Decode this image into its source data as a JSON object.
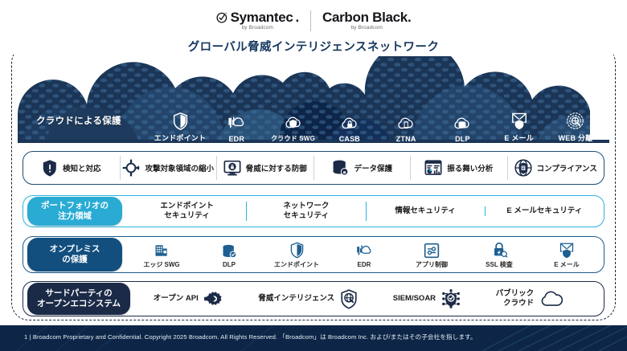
{
  "header": {
    "symantec_name": "Symantec",
    "symantec_byline": "by Broadcom",
    "carbonblack_name": "Carbon Black.",
    "carbonblack_byline": "by Broadcom"
  },
  "network": {
    "title": "グローバル脅威インテリジェンスネットワーク"
  },
  "cloud": {
    "label": "クラウドによる保護",
    "items": [
      {
        "label": "エンドポイント",
        "icon": "shield-icon"
      },
      {
        "label": "EDR",
        "icon": "edr-cloud-icon"
      },
      {
        "label": "クラウド SWG",
        "icon": "cloud-swg-icon"
      },
      {
        "label": "CASB",
        "icon": "cloud-lock-icon"
      },
      {
        "label": "ZTNA",
        "icon": "cloud-device-icon"
      },
      {
        "label": "DLP",
        "icon": "cloud-database-icon"
      },
      {
        "label": "E メール",
        "icon": "email-shield-icon"
      },
      {
        "label": "WEB 分離",
        "icon": "web-isolation-icon"
      }
    ]
  },
  "capabilities": {
    "items": [
      {
        "label": "検知と対応",
        "icon": "shield-alert-icon"
      },
      {
        "label": "攻撃対象領域の縮小",
        "icon": "crosshair-icon"
      },
      {
        "label": "脅威に対する防御",
        "icon": "monitor-lock-icon"
      },
      {
        "label": "データ保護",
        "icon": "database-lock-icon"
      },
      {
        "label": "振る舞い分析",
        "icon": "analytics-icon"
      },
      {
        "label": "コンプライアンス",
        "icon": "compliance-badge-icon"
      }
    ]
  },
  "portfolio": {
    "caption": "ポートフォリオの\n注力領域",
    "caption_line1": "ポートフォリオの",
    "caption_line2": "注力領域",
    "items": [
      {
        "line1": "エンドポイント",
        "line2": "セキュリティ"
      },
      {
        "line1": "ネットワーク",
        "line2": "セキュリティ"
      },
      {
        "line1": "情報セキュリティ",
        "line2": ""
      },
      {
        "line1": "E メールセキュリティ",
        "line2": ""
      }
    ]
  },
  "onprem": {
    "caption_line1": "オンプレミス",
    "caption_line2": "の保護",
    "items": [
      {
        "label": "エッジ SWG",
        "icon": "building-edge-icon"
      },
      {
        "label": "DLP",
        "icon": "database-check-icon"
      },
      {
        "label": "エンドポイント",
        "icon": "shield-icon"
      },
      {
        "label": "EDR",
        "icon": "edr-cloud-icon"
      },
      {
        "label": "アプリ制御",
        "icon": "app-control-icon"
      },
      {
        "label": "SSL 検査",
        "icon": "ssl-lock-icon"
      },
      {
        "label": "E メール",
        "icon": "email-shield-icon"
      }
    ]
  },
  "thirdparty": {
    "caption_line1": "サードパーティの",
    "caption_line2": "オープンエコシステム",
    "items": [
      {
        "line1": "オープン API",
        "line2": "",
        "icon": "gear-arrow-icon"
      },
      {
        "line1": "脅威インテリジェンス",
        "line2": "",
        "icon": "threat-intel-shield-icon"
      },
      {
        "line1": "SIEM/SOAR",
        "line2": "",
        "icon": "siem-soar-shield-icon"
      },
      {
        "line1": "パブリック",
        "line2": "クラウド",
        "icon": "public-cloud-icon"
      }
    ]
  },
  "footer": {
    "text": "1 | Broadcom Proprietary and Confidential. Copyright 2025 Broadcom. All Rights Reserved. 「Broadcom」は Broadcom Inc. および/またはその子会社を指します。"
  },
  "colors": {
    "cyan": "#29abd4",
    "blue": "#124f7f",
    "navy": "#1b2a47",
    "dark_navy": "#0d2647",
    "title_blue": "#15385e"
  }
}
